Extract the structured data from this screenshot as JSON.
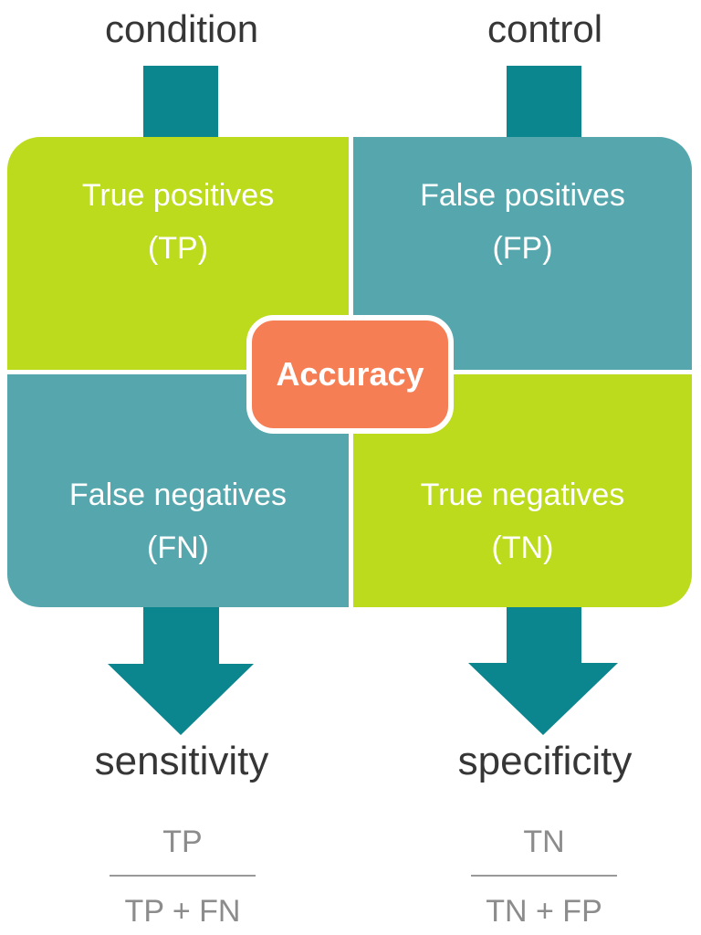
{
  "colors": {
    "green": "#bcdb1c",
    "teal": "#56a7ad",
    "dark_teal": "#0b858e",
    "orange": "#f57e55",
    "text_dark": "#363636",
    "text_gray": "#8c8c8c",
    "line_gray": "#999999"
  },
  "top_labels": {
    "left": "condition",
    "right": "control"
  },
  "matrix": {
    "cells": [
      {
        "id": "tp",
        "line1": "True positives",
        "line2": "(TP)",
        "color": "green"
      },
      {
        "id": "fp",
        "line1": "False positives",
        "line2": "(FP)",
        "color": "teal"
      },
      {
        "id": "fn",
        "line1": "False negatives",
        "line2": "(FN)",
        "color": "teal"
      },
      {
        "id": "tn",
        "line1": "True negatives",
        "line2": "(TN)",
        "color": "green"
      }
    ],
    "center_badge": "Accuracy"
  },
  "bottom_labels": {
    "left": "sensitivity",
    "right": "specificity"
  },
  "formulas": {
    "sensitivity": {
      "numerator": "TP",
      "denominator": "TP + FN"
    },
    "specificity": {
      "numerator": "TN",
      "denominator": "TN + FP"
    }
  }
}
